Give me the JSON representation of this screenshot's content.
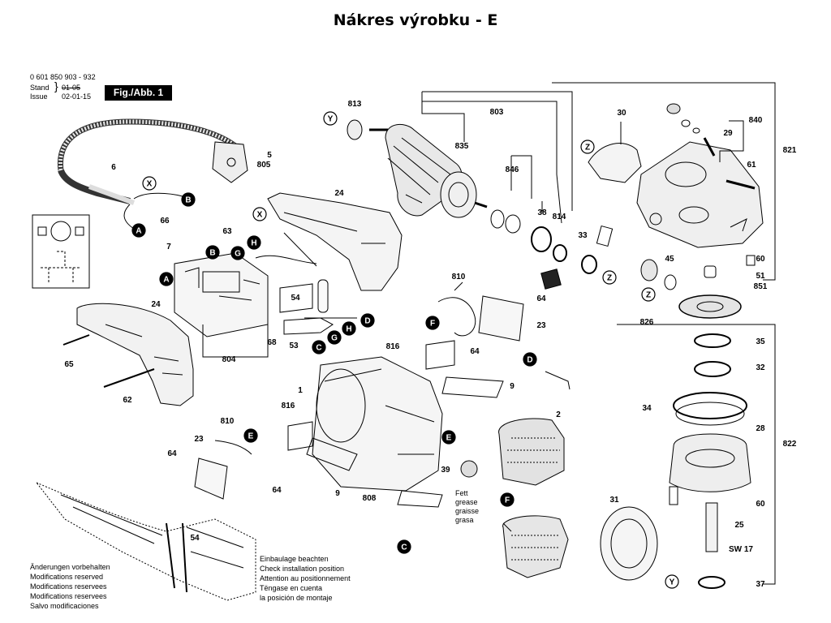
{
  "header": {
    "title": "Nákres výrobku - E"
  },
  "document": {
    "number": "0 601 850 903 - 932",
    "stand_label": "Stand",
    "issue_label": "Issue",
    "stand_date": "01-05",
    "issue_date": "02-01-15",
    "figure_label": "Fig./Abb. 1"
  },
  "notices": {
    "changes": [
      "Änderungen vorbehalten",
      "Modifications reserved",
      "Modifications reservees",
      "Modifications reservees",
      "Salvo modificaciones"
    ],
    "installation": [
      "Einbaulage beachten",
      "Check installation position",
      "Attention au positionnement",
      "Tëngase en cuenta",
      "la posición de montaje"
    ],
    "grease": [
      "Fett",
      "grease",
      "graisse",
      "grasa"
    ]
  },
  "part_numbers": [
    "813",
    "803",
    "835",
    "846",
    "38",
    "814",
    "33",
    "30",
    "840",
    "29",
    "821",
    "61",
    "60",
    "51",
    "851",
    "45",
    "826",
    "35",
    "32",
    "34",
    "28",
    "822",
    "60",
    "25",
    "SW 17",
    "37",
    "31",
    "2",
    "39",
    "808",
    "9",
    "1",
    "816",
    "64",
    "810",
    "23",
    "64",
    "816",
    "9",
    "810",
    "23",
    "64",
    "64",
    "24",
    "54",
    "53",
    "68",
    "804",
    "24",
    "65",
    "62",
    "66",
    "63",
    "7",
    "6",
    "5",
    "805",
    "54"
  ],
  "connection_markers": [
    "Y",
    "X",
    "B",
    "A",
    "Z",
    "Z",
    "Z",
    "X",
    "H",
    "G",
    "B",
    "A",
    "D",
    "H",
    "G",
    "C",
    "F",
    "D",
    "E",
    "E",
    "F",
    "C",
    "Y"
  ]
}
